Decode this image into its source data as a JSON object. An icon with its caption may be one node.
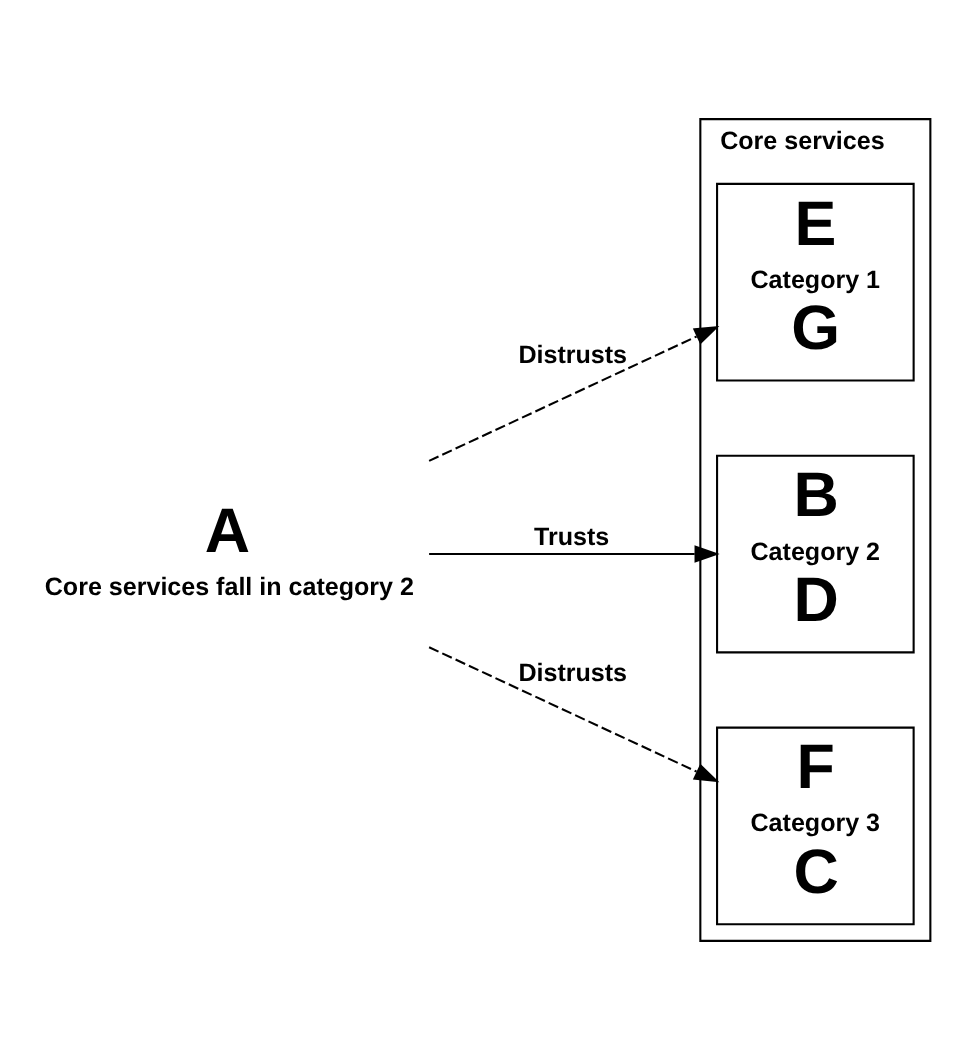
{
  "diagram": {
    "nodes": [
      {
        "text": [
          "Core services"
        ]
      },
      {
        "text": [
          "A",
          "Core services fall in category 2"
        ]
      },
      {
        "text": [
          "E",
          "Category 1",
          "G"
        ],
        "in": 0
      },
      {
        "text": [
          "B",
          "Category 2",
          "D"
        ],
        "in": 0
      },
      {
        "text": [
          "F",
          "Category 3",
          "C"
        ],
        "in": 0
      }
    ],
    "edges": [
      {
        "from": 1,
        "to": 2,
        "arrow": "to",
        "label": "Distrusts",
        "style": "dashed"
      },
      {
        "from": 1,
        "to": 3,
        "arrow": "to",
        "label": "Trusts"
      },
      {
        "from": 1,
        "to": 4,
        "arrow": "to",
        "label": "Distrusts",
        "style": "dashed"
      }
    ]
  }
}
